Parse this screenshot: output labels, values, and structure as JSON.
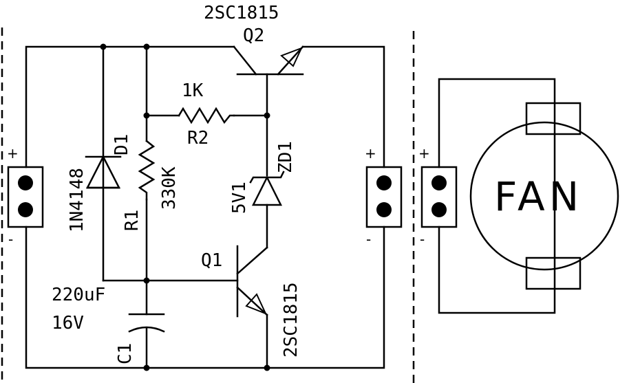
{
  "labels": {
    "q2_part": "2SC1815",
    "q2_ref": "Q2",
    "r2_value": "1K",
    "r2_ref": "R2",
    "d1_ref": "D1",
    "d1_part": "1N4148",
    "r1_value": "330K",
    "r1_ref": "R1",
    "zd1_ref": "ZD1",
    "zd1_value": "5V1",
    "q1_ref": "Q1",
    "q1_part": "2SC1815",
    "c1_value": "220uF",
    "c1_voltage": "16V",
    "c1_ref": "C1",
    "fan": "FAN"
  },
  "terminals": {
    "plus": "+",
    "minus": "-"
  }
}
